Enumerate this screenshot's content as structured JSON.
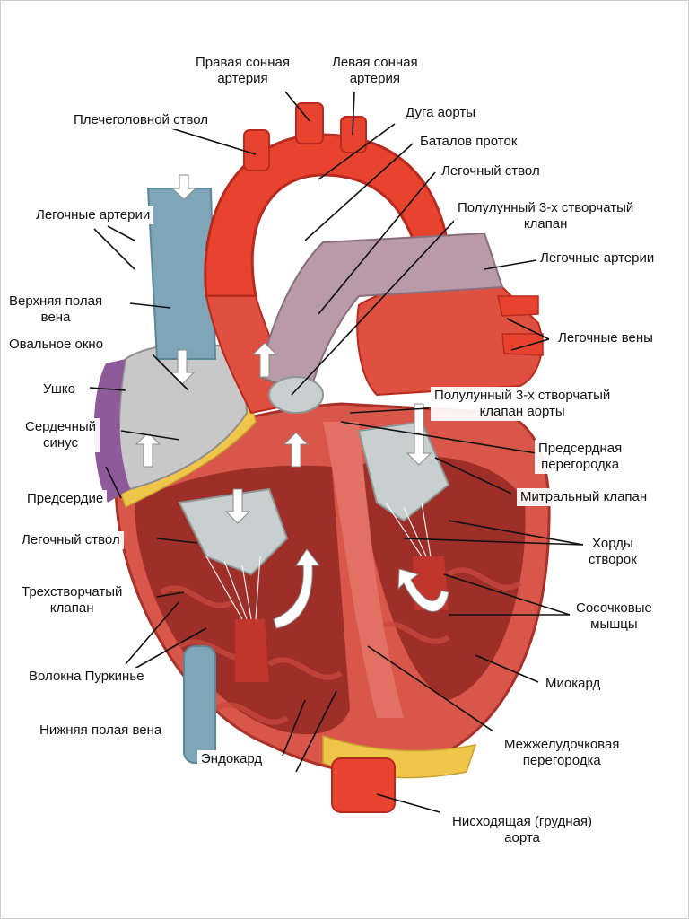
{
  "labels": {
    "right_carotid": "Правая сонная\nартерия",
    "left_carotid": "Левая сонная\nартерия",
    "brachiocephalic": "Плечеголовной ствол",
    "aortic_arch": "Дуга аорты",
    "botallo_duct": "Баталов проток",
    "pulmonary_trunk_top": "Легочный ствол",
    "pulmonary_arteries_left": "Легочные артерии",
    "semilunar_valve": "Полулунный 3-х створчатый\nклапан",
    "pulmonary_arteries_right": "Легочные артерии",
    "superior_vena_cava": "Верхняя полая\nвена",
    "pulmonary_veins": "Легочные вены",
    "oval_window": "Овальное окно",
    "auricle": "Ушко",
    "aortic_valve": "Полулунный 3-х створчатый\nклапан аорты",
    "coronary_sinus": "Сердечный\nсинус",
    "atrial_septum": "Предсердная\nперегородка",
    "atrium": "Предсердие",
    "mitral_valve": "Митральный клапан",
    "pulmonary_trunk_low": "Легочный ствол",
    "chordae": "Хорды\nстворок",
    "tricuspid_valve": "Трехстворчатый\nклапан",
    "papillary_muscles": "Сосочковые\nмышцы",
    "purkinje": "Волокна Пуркинье",
    "myocardium": "Миокард",
    "inferior_vena_cava": "Нижняя полая вена",
    "ventricular_septum": "Межжелудочковая\nперегородка",
    "endocardium": "Эндокард",
    "descending_aorta": "Нисходящая (грудная)\nаорта"
  },
  "colors": {
    "aorta": "#e8432f",
    "aorta_dark": "#b92a1e",
    "pulmonary": "#b89aa8",
    "vena_cava": "#7fa6b8",
    "myocardium": "#d9564a",
    "chamber": "#9e2e28",
    "valve": "#c9cfcf",
    "fat": "#f0c64a",
    "atrium_bg": "#c8c8c8",
    "auricle": "#8e5a9a",
    "arrow": "#ffffff"
  }
}
